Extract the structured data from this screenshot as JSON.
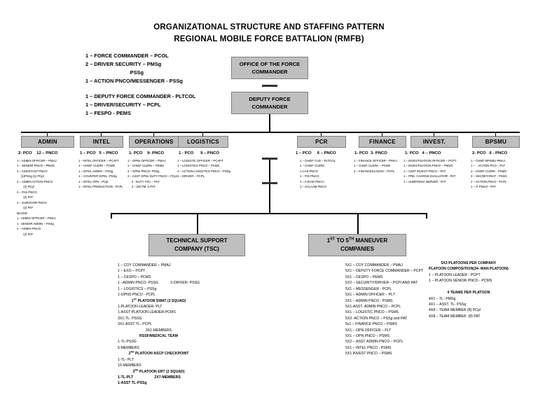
{
  "header": {
    "title_line1": "ORGANIZATIONAL STRUCTURE AND STAFFING PATTERN",
    "title_line2": "REGIONAL MOBILE FORCE BATTALION (RMFB)"
  },
  "top_boxes": {
    "office": {
      "line1": "OFFICE OF THE FORCE",
      "line2": "COMMANDER"
    },
    "deputy": {
      "line1": "DEPUTY FORCE",
      "line2": "COMMANDER"
    }
  },
  "notes": {
    "commander": "1 – FORCE COMMANDER – PCOL\n2 – DRIVER SECURITY – PMSg\n                               PSSg\n1 – ACTION PNCO/MESSENGER - PSSg",
    "deputy": "1 – DEPUTY FORCE COMMANDER - PLTCOL\n1 – DRIVER/SECURITY – PCPL\n1 – FESPO - PEMS"
  },
  "departments": [
    {
      "name": "ADMIN",
      "head": "2- PCO    12 – PNCO",
      "body": "1 – ADMIN OFFICER – PMAJ\n1 – SENIOR PNCO – PEMS\n2 – ASSISTANT PNCO\n     (1)PSSg (1) PCpl\n2 – ADMIN ACTION PNCO\n        (2) PCpl\n2 – PAS PNCO\n        (2) PAT\n2 – SURVIVOR PNCO\n        (2) PAT\nBLOOD\n1 - ADMIN OFFICER – PMAJ\n1 - SENIOR ADMIN – PSSg\n2 – ADMIN PNCO\n        (2) PAT"
    },
    {
      "name": "INTEL",
      "head": "1 – PCO   5 – PNCO",
      "body": "1 – INTEL OFFICER – PCAPT\n1 – CHIEF CLERK – PCMS\n1 – INTEL ADMIN – PSSg\n1 – COUNTER INTEL -PSSg\n1 – INTEL OPN - PCpl\n1 – INTEL PRODUCTION - PCPL"
    },
    {
      "name": "OPERATIONS",
      "head": "1- PCO    9- PNCO",
      "body": "1 – OPNs OFFICER – PMAJ\n1 – CHIEF CLERK – PEMS\n2 – OPNs PNCO- PSSg\n2 – ASST OPNs DUTY PNCO – PCpl\n     2 - DUTY TOC – PAT\n     2 – DICTM -2 PAT"
    },
    {
      "name": "LOGISTICS",
      "head": "1 - PCO      9 – PNCO",
      "body": "1 – LOGISTIC OFFICER – PCAPT\n1 – LOGISTICS PNCO – PCMS\n4 – ACTION LOGISTICS PNCO – PSSg\n4 – DRIVER – PCPL"
    },
    {
      "name": "PCR",
      "head": "1 – PCO     6 – PNCO",
      "body": "1 – CHIEF CAD – PLTCOL\n1 – CHIEF CLERK\n1 CAS PNCO\n1 – PIS PNCO\n1 – FJGAD PNCO\n1 – SALAAM PNCO"
    },
    {
      "name": "FINANCE",
      "head": "1- PCO  3- PNCO",
      "body": "1 – FINANCE OFFICER – PMAJ\n1 – CHIEF CLERK – PCMS\n2 – FINANCE/LIASON – PCPL"
    },
    {
      "name": "INVEST.",
      "head": "1- PCO   4 – PNCO",
      "body": "1 – INVESTIGATION OFFICER – PCPT\n1 – INVESTIGATION PNCO – PMSG\n1 – ASST INVEST PNCO – PAT\n1 – PRE- CHARGE EVALUATOR - PAT\n1 – SUBPOENA SERVER - PAT"
    },
    {
      "name": "BPSMU",
      "head": "2- PCO   6 - PNCO",
      "body": "1 – CHIEF BPSMU-PMAJ\n1 –    ACTION PCO – PLT\n1 – CHIEF CLERK - PSMS\n3 – SECRETARIAT - PSSG\n1 – ACTION PNCO - PCPL\n1 – IT PNCO - PAT"
    }
  ],
  "tsc": {
    "box_line1": "TECHNICAL SUPPORT",
    "box_line2": "COMPANY (TSC)",
    "lines": [
      {
        "text": "1 – COY COMMANDER – PMAJ",
        "bold": false,
        "center": false
      },
      {
        "text": "1 – EXO – PCPT",
        "bold": false,
        "center": false
      },
      {
        "text": "1 – CESPO – PCMS",
        "bold": false,
        "center": false
      },
      {
        "text": "1 –ADMIN PNCO- PSSG            2-DRIVER- PSSG",
        "bold": false,
        "center": false
      },
      {
        "text": "1 – LOGISTICS – PSSg",
        "bold": false,
        "center": false
      },
      {
        "text": "1-OPNS PNCO - PCPL",
        "bold": false,
        "center": false
      },
      {
        "text": "1ST PLATOON SWAT (3 SQUAD)",
        "bold": true,
        "center": true
      },
      {
        "text": "1-PLATOON LEADER- PLT",
        "bold": false,
        "center": false
      },
      {
        "text": "1-ASST PLATOON LEADER-PCMS",
        "bold": false,
        "center": false
      },
      {
        "text": "3X1-TL- PSSG",
        "bold": false,
        "center": false
      },
      {
        "text": "3X1-ASST TL- PCPL",
        "bold": false,
        "center": false
      },
      {
        "text": "3X1-MEMBERS",
        "bold": false,
        "center": true
      },
      {
        "text": "RSSF/MEDICAL TEAM",
        "bold": true,
        "center": true
      },
      {
        "text": "1-TL-PSSG",
        "bold": false,
        "center": false
      },
      {
        "text": "5-MEMBERS",
        "bold": false,
        "center": false
      },
      {
        "text": "2ND PLATOON ASCP CHECKPOINT",
        "bold": true,
        "center": true
      },
      {
        "text": "1-TL- PLT",
        "bold": false,
        "center": false
      },
      {
        "text": "15-MEMBERS",
        "bold": false,
        "center": false
      },
      {
        "text": "3RD PLATOON ERT (2 SQUAD)",
        "bold": true,
        "center": true
      },
      {
        "text": "1-TL-PLT                     2X7-MEMBERS",
        "bold": true,
        "center": false
      },
      {
        "text": "1-ASST TL-PSSg",
        "bold": true,
        "center": false
      }
    ]
  },
  "maneuver": {
    "box_line1": "1ST TO 5TH MANEUVER",
    "box_line2": "COMPANIES",
    "lines": [
      "5X1 – COY COMMANDER – PMAJ",
      "5X1 – DEPUTY FORCE COMMANDER – PCPT",
      "5X1 – CESPO – PEMS",
      "5X2 – SECURITY/DRIVER – PCPl AND PAT",
      "5X1 – MESSENGER - PCPL",
      "5X1 – ADMIN OFFICER – PLT",
      "5X1 – ADMIN PNCO - PSMS",
      "5X1-ASST. ADMIN PNCO – PCPL",
      "5X1 – LOGISTIC PNCO – PSMS",
      "5X2- ACTION PNCO – PSSg and PAT",
      "5x1 – FINANCE PNCO – PSMS",
      "5X1 – OPN OFFICER – PLT",
      "5X1 – OPN PNCO – PSMS",
      "5X2 – ASST ADMIN PNCO – PCPL",
      "5X1 – INTEL PNCO - PSMS",
      "5X1 INVEST PNCO – PSMS"
    ]
  },
  "platoons": {
    "lines": [
      {
        "text": "5X3 PLATOONS PER COMPANY",
        "bold": true
      },
      {
        "text": "PLATOON COMPOSITION(34- MAN PLATOON)",
        "bold": true
      },
      {
        "text": "1 – PLATOON LEADER - PCPT",
        "bold": false
      },
      {
        "text": "1 – PLATOON SENIOR PNCO - PCMS",
        "bold": false
      },
      {
        "text": "",
        "bold": false
      },
      {
        "text": "4 TEAMS PER PLATOON",
        "bold": true
      },
      {
        "text": "4X1 – TL- PMSg",
        "bold": false
      },
      {
        "text": "4X1 – ASST. TL- PSSg",
        "bold": false
      },
      {
        "text": "4X8 – TEAM MEMBER (8) PCpl",
        "bold": false
      },
      {
        "text": "4X8 – TEAM MEMBER  (8) PAT",
        "bold": false
      }
    ]
  },
  "colors": {
    "box_fill": "#bfbfbf",
    "box_border": "#808080",
    "line": "#000000"
  }
}
